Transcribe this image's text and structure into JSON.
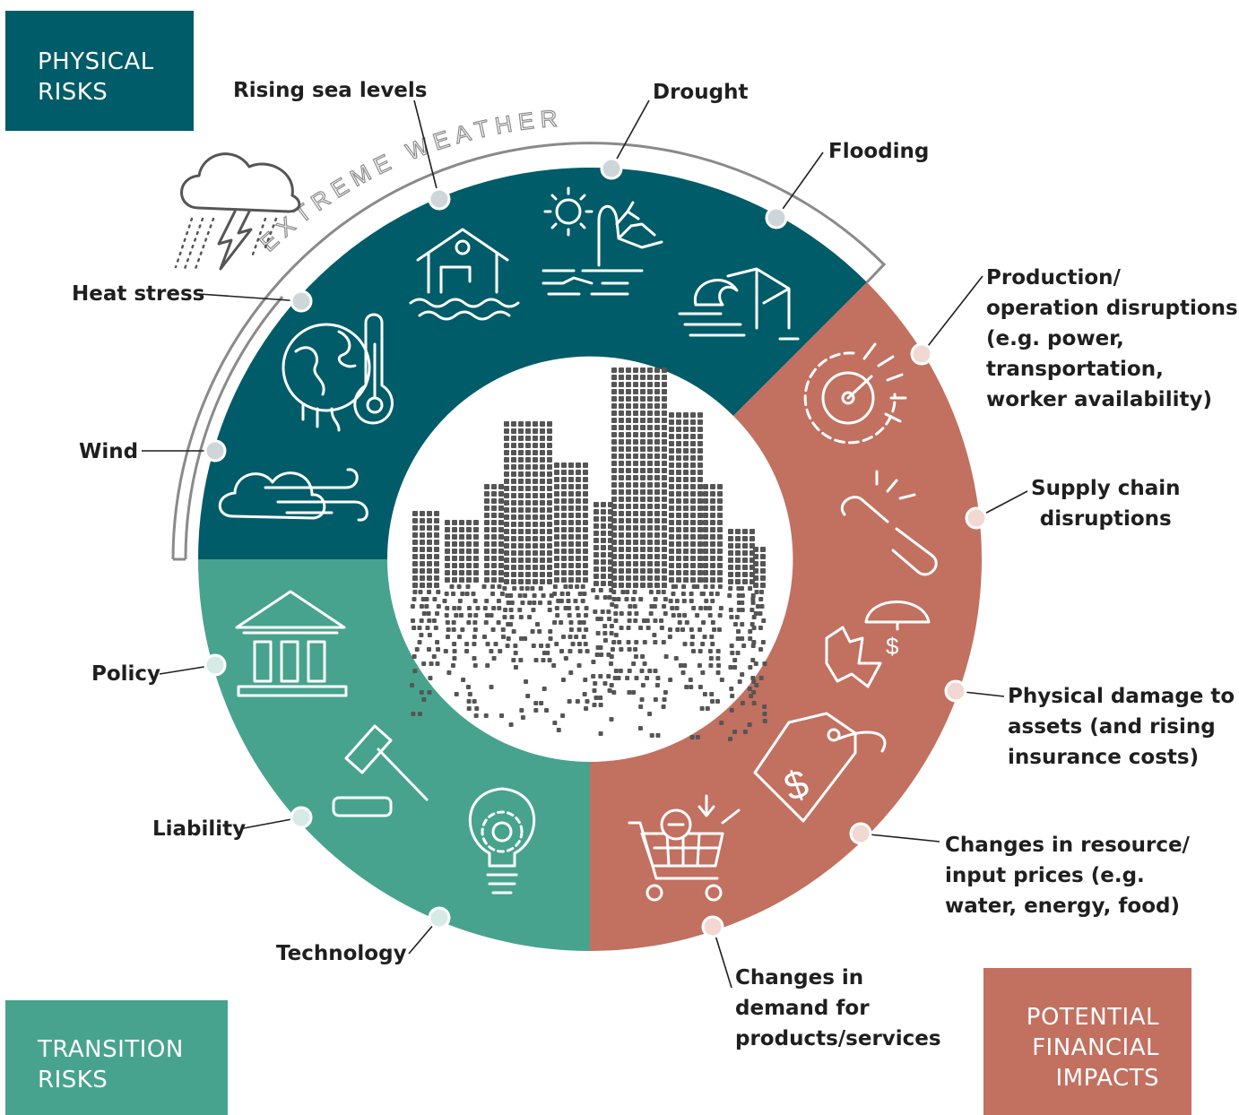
{
  "boxes": {
    "physical": [
      "PHYSICAL",
      "RISKS"
    ],
    "transition": [
      "TRANSITION",
      "RISKS"
    ],
    "financial": [
      "POTENTIAL",
      "FINANCIAL",
      "IMPACTS"
    ]
  },
  "arc_text": "EXTREME WEATHER",
  "physical_risks": {
    "rising_sea_levels": "Rising sea levels",
    "drought": "Drought",
    "flooding": "Flooding",
    "heat_stress": "Heat stress",
    "wind": "Wind"
  },
  "transition_risks": {
    "policy": "Policy",
    "liability": "Liability",
    "technology": "Technology"
  },
  "financial_impacts": {
    "production": [
      "Production/",
      "operation disruptions",
      "(e.g. power,",
      "transportation,",
      "worker availability)"
    ],
    "supply_chain": [
      "Supply chain",
      "disruptions"
    ],
    "physical_damage": [
      "Physical damage to",
      "assets (and rising",
      "insurance costs)"
    ],
    "resource_prices": [
      "Changes in resource/",
      "input prices (e.g.",
      "water, energy, food)"
    ],
    "demand": [
      "Changes in",
      "demand for",
      "products/services"
    ]
  },
  "colors": {
    "physical": "#005c68",
    "transition": "#47a38e",
    "financial": "#c27060",
    "arc": "#8a8a8a",
    "dot_dark": "#cfd6d9",
    "dot_light": "#f2d8d2",
    "city": "#555555",
    "text": "#1f1f1f"
  },
  "icons": {
    "physical": [
      "house-flood-icon",
      "sun-tree-drought-icon",
      "wave-house-flooding-icon",
      "earth-thermometer-icon",
      "wind-cloud-icon",
      "storm-cloud-icon"
    ],
    "transition": [
      "government-building-icon",
      "gavel-icon",
      "lightbulb-gear-icon"
    ],
    "financial": [
      "gear-gauge-icon",
      "broken-chain-icon",
      "umbrella-damage-icon",
      "price-tag-icon",
      "shopping-cart-icon"
    ],
    "center": "pixel-city-icon"
  }
}
